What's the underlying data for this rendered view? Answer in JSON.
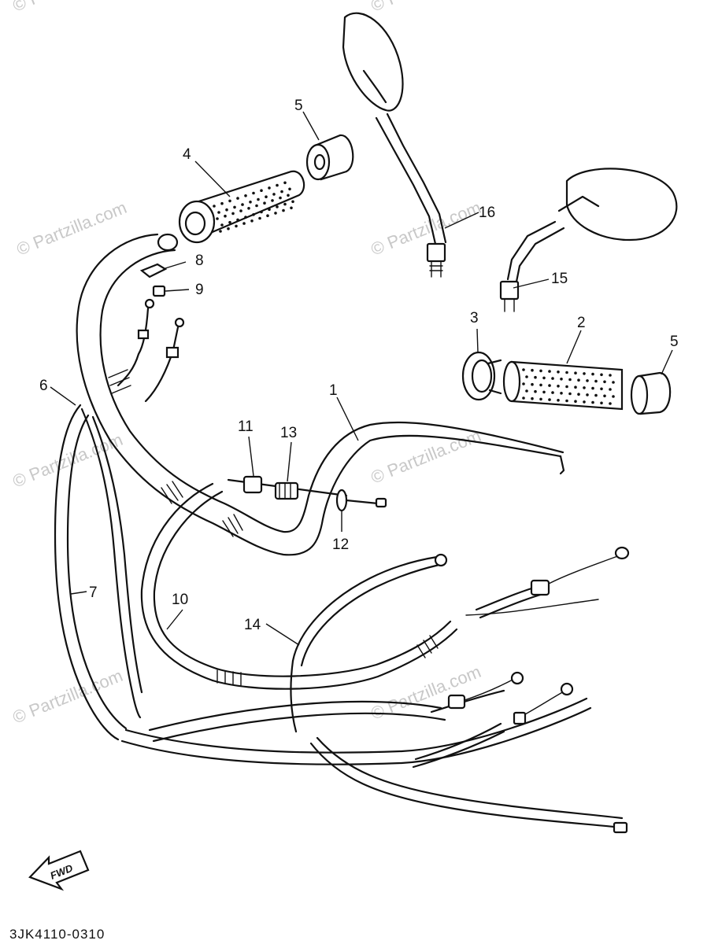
{
  "diagram": {
    "watermark": "© Partzilla.com",
    "drawing_code": "3JK4110-0310",
    "fwd_label": "FWD",
    "callouts": [
      {
        "id": "c1",
        "text": "1"
      },
      {
        "id": "c2",
        "text": "2"
      },
      {
        "id": "c3",
        "text": "3"
      },
      {
        "id": "c4",
        "text": "4"
      },
      {
        "id": "c5a",
        "text": "5"
      },
      {
        "id": "c5b",
        "text": "5"
      },
      {
        "id": "c6",
        "text": "6"
      },
      {
        "id": "c7",
        "text": "7"
      },
      {
        "id": "c8",
        "text": "8"
      },
      {
        "id": "c9",
        "text": "9"
      },
      {
        "id": "c10",
        "text": "10"
      },
      {
        "id": "c11",
        "text": "11"
      },
      {
        "id": "c12",
        "text": "12"
      },
      {
        "id": "c13",
        "text": "13"
      },
      {
        "id": "c14",
        "text": "14"
      },
      {
        "id": "c15",
        "text": "15"
      },
      {
        "id": "c16",
        "text": "16"
      }
    ]
  }
}
